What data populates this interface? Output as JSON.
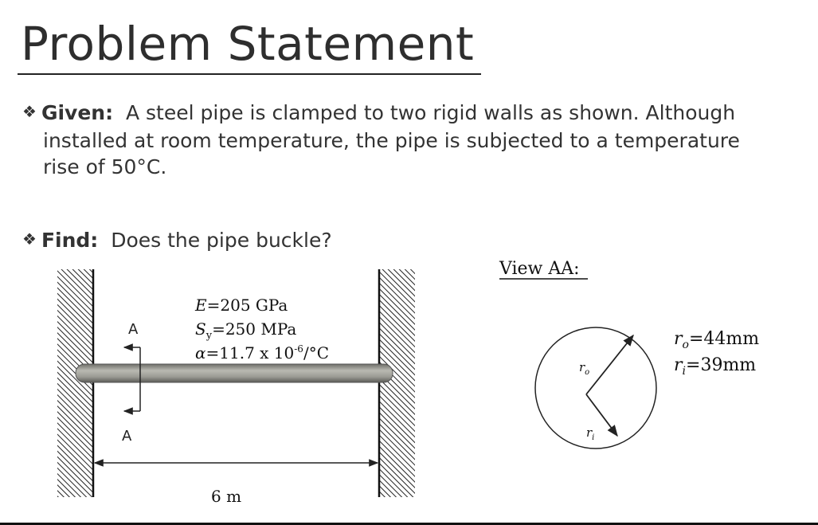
{
  "slide": {
    "title": "Problem Statement",
    "given": {
      "label": "Given:",
      "line1": "A steel pipe is clamped to two rigid walls as shown.  Although",
      "line2": "installed at room temperature,  the pipe is subjected to a temperature",
      "line3": "rise of 50°C."
    },
    "find": {
      "label": "Find:",
      "text": "Does the pipe buckle?"
    },
    "bullet_icon": "diamond-bullet-icon"
  },
  "diagram": {
    "E_label": "E=205 GPa",
    "Sy_label": "Sy=250 MPa",
    "alpha_label": "α=11.7 x 10-6/°C",
    "section_top": "A",
    "section_bottom": "A",
    "length_label": "6 m",
    "pipe_color": "#a9a9a2"
  },
  "view": {
    "title": "View AA:",
    "ro_label": "ro",
    "ri_label": "ri",
    "ro_value": "ro=44mm",
    "ri_value": "ri=39mm"
  }
}
